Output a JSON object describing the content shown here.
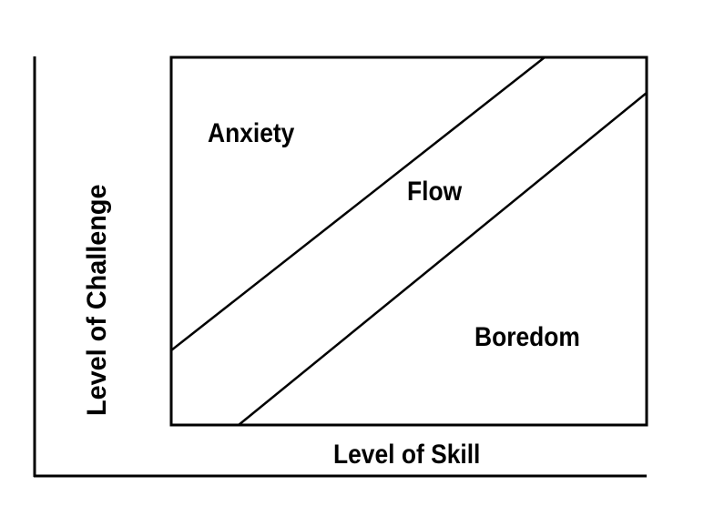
{
  "diagram": {
    "regions": {
      "anxiety": "Anxiety",
      "flow": "Flow",
      "boredom": "Boredom"
    },
    "x_axis_label": "Level of Skill",
    "y_axis_label": "Level of Challenge",
    "line_color": "#000000"
  }
}
